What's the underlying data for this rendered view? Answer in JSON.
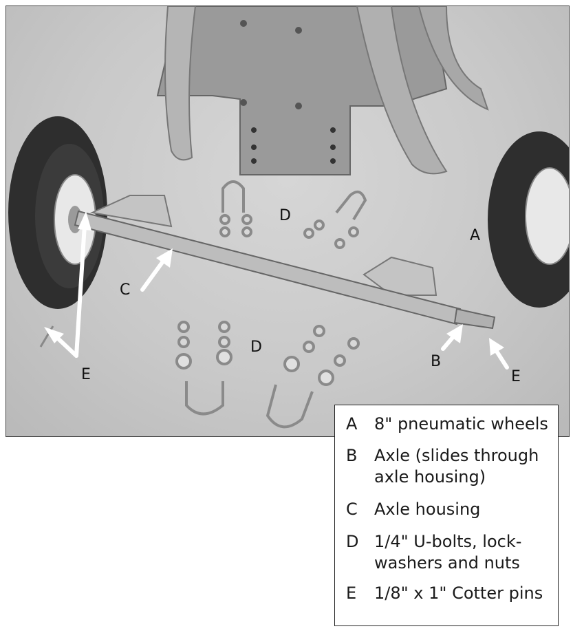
{
  "photo": {
    "labels": {
      "a": "A",
      "b": "B",
      "c": "C",
      "d_top": "D",
      "d_bottom": "D",
      "e_left": "E",
      "e_right": "E"
    }
  },
  "legend": {
    "items": [
      {
        "key": "A",
        "text": "8\" pneumatic wheels"
      },
      {
        "key": "B",
        "text": "Axle (slides through axle housing)"
      },
      {
        "key": "C",
        "text": "Axle housing"
      },
      {
        "key": "D",
        "text": "1/4\" U-bolts, lock-washers and nuts"
      },
      {
        "key": "E",
        "text": "1/8\" x 1\" Cotter pins"
      }
    ]
  }
}
